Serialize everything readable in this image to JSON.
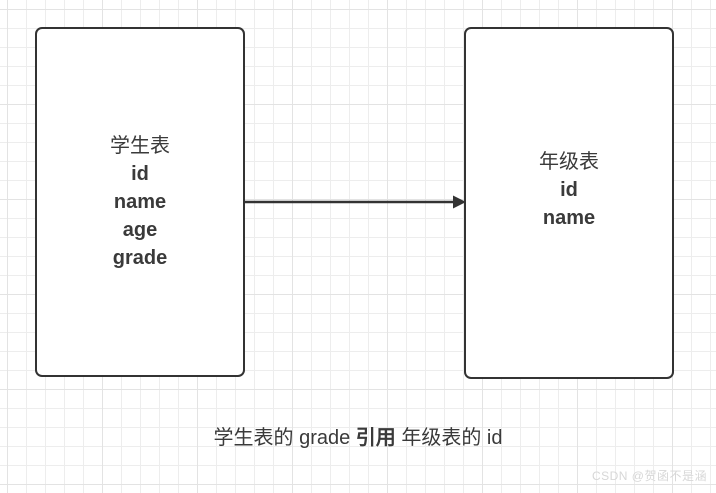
{
  "diagram": {
    "left_table": {
      "title": "学生表",
      "fields": [
        "id",
        "name",
        "age",
        "grade"
      ]
    },
    "right_table": {
      "title": "年级表",
      "fields": [
        "id",
        "name"
      ]
    },
    "relation_arrow": "arrow from student table to grade table",
    "caption": {
      "part1": "学生表的 grade ",
      "part2_bold": "引用",
      "part3": " 年级表的 id"
    },
    "watermark": "CSDN @贺函不是涵"
  },
  "colors": {
    "background": "#ffffff",
    "grid": "#ededed",
    "grid_major": "#e3e3e3",
    "border": "#333333",
    "text": "#3a3a3a",
    "arrow": "#333333",
    "watermark": "#d7d7d7"
  }
}
